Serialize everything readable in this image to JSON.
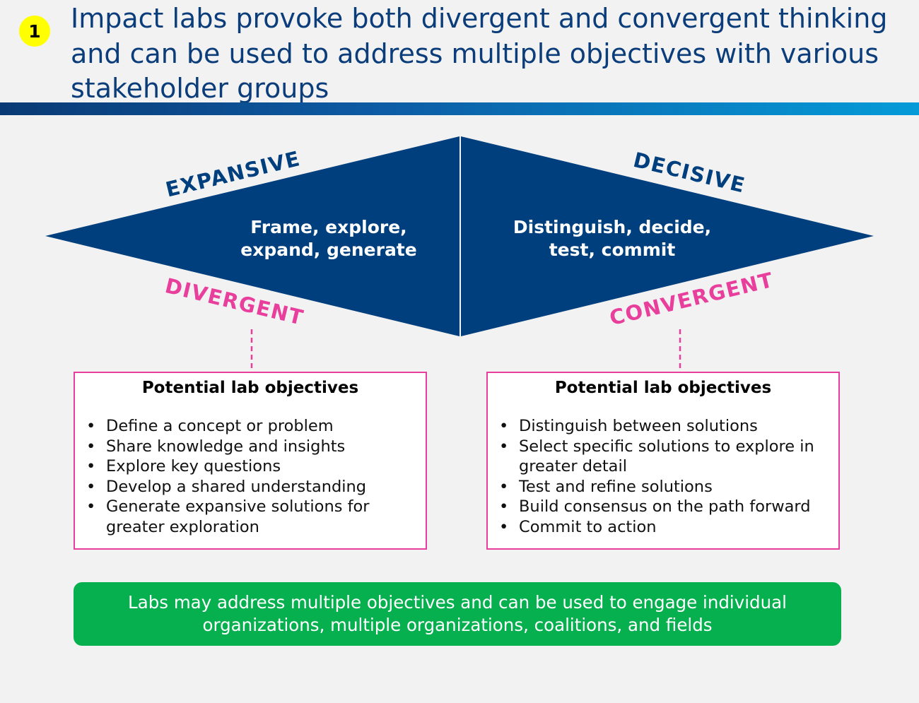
{
  "badge": "1",
  "title": "Impact labs provoke both divergent and convergent thinking and can be used to address multiple objectives with various stakeholder groups",
  "colors": {
    "navy": "#003f7d",
    "title_blue": "#0b3d7a",
    "pink": "#e83e9c",
    "green": "#06b04f",
    "badge_yellow": "#ffff00"
  },
  "diagram": {
    "left": {
      "label_top": "EXPANSIVE",
      "label_bottom": "DIVERGENT",
      "center_line1": "Frame, explore,",
      "center_line2": "expand, generate"
    },
    "right": {
      "label_top": "DECISIVE",
      "label_bottom": "CONVERGENT",
      "center_line1": "Distinguish, decide,",
      "center_line2": "test, commit"
    }
  },
  "objectives": {
    "left": {
      "heading": "Potential lab objectives",
      "items": [
        "Define a concept or problem",
        "Share knowledge and insights",
        "Explore key questions",
        "Develop a shared understanding",
        "Generate expansive solutions for greater exploration"
      ]
    },
    "right": {
      "heading": "Potential lab objectives",
      "items": [
        "Distinguish between solutions",
        "Select specific solutions to explore in greater detail",
        "Test and refine solutions",
        "Build consensus on the path forward",
        "Commit to action"
      ]
    }
  },
  "footer": "Labs may address multiple objectives and can be used to engage individual organizations, multiple organizations, coalitions, and fields"
}
